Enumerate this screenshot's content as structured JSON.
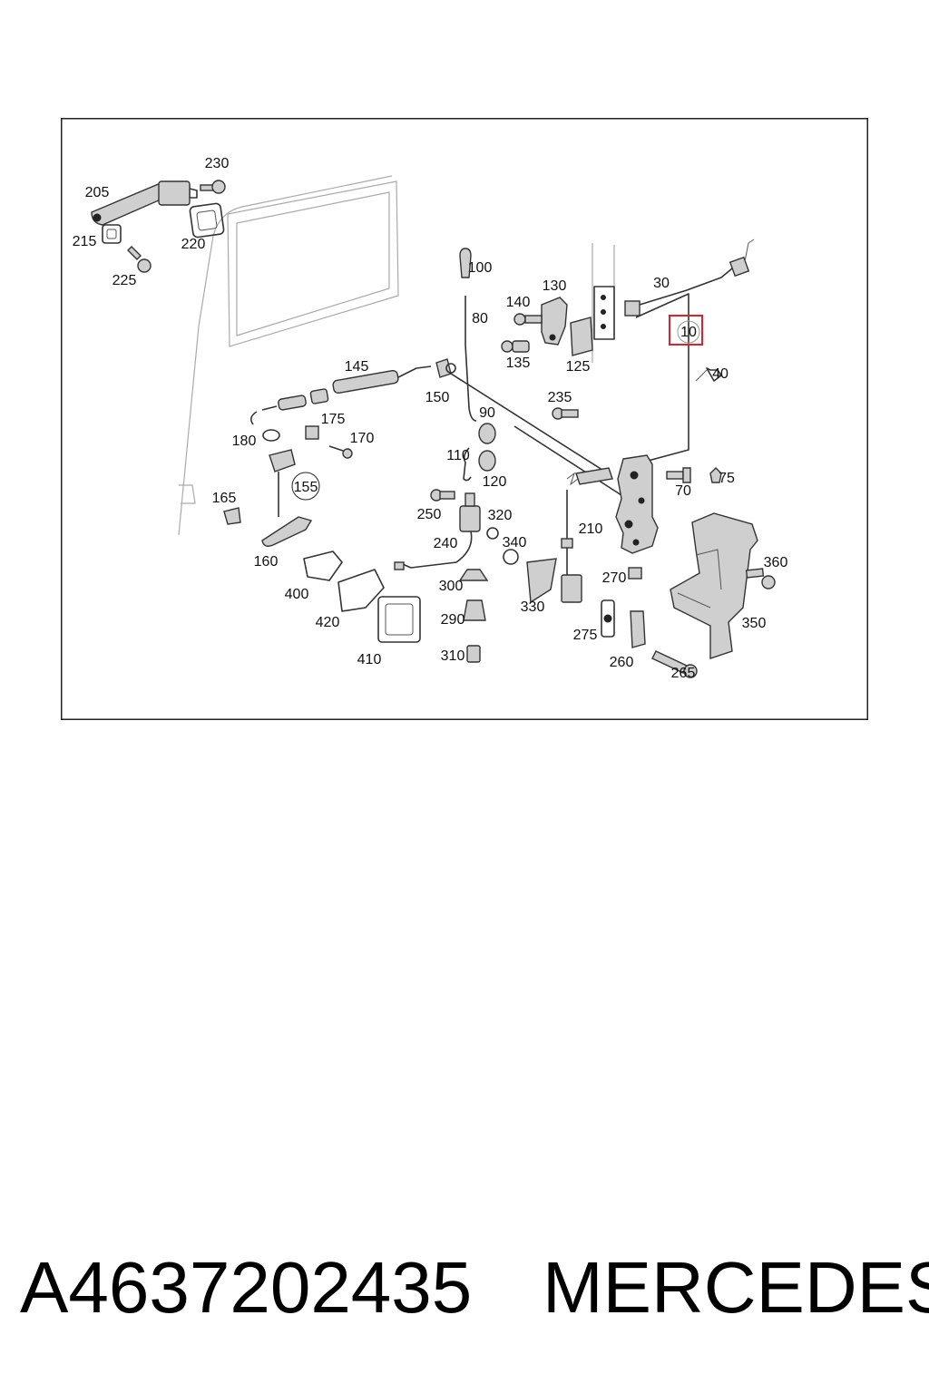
{
  "diagram": {
    "highlight_color": "#e0202a",
    "highlighted_callout": "10",
    "callouts": [
      "10",
      "30",
      "40",
      "70",
      "75",
      "80",
      "90",
      "100",
      "110",
      "120",
      "125",
      "130",
      "135",
      "140",
      "145",
      "150",
      "155",
      "160",
      "165",
      "170",
      "175",
      "180",
      "205",
      "210",
      "215",
      "220",
      "225",
      "230",
      "235",
      "240",
      "250",
      "260",
      "265",
      "270",
      "275",
      "290",
      "300",
      "310",
      "320",
      "330",
      "340",
      "350",
      "360",
      "400",
      "410",
      "420"
    ]
  },
  "footer": {
    "part_number": "A4637202435",
    "brand": "MERCEDES"
  }
}
